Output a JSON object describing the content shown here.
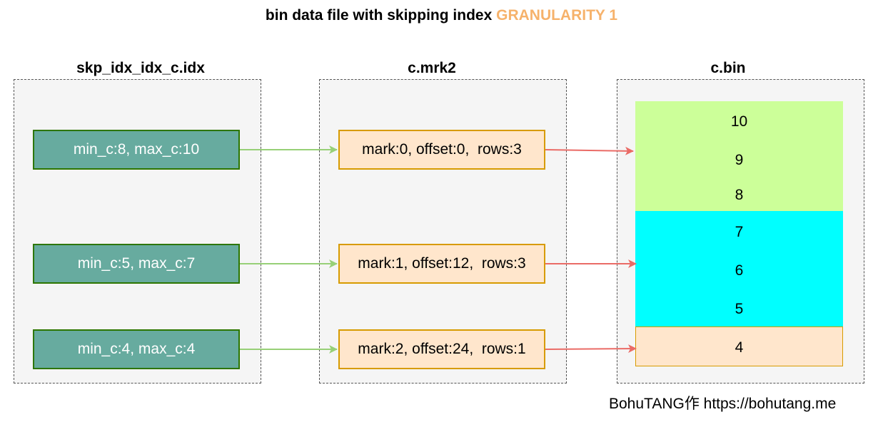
{
  "title": {
    "main": "bin data file with skipping index ",
    "accent": "GRANULARITY 1",
    "accent_color": "#f6b26b"
  },
  "groups": {
    "index_file": {
      "label": "skp_idx_idx_c.idx"
    },
    "mark_file": {
      "label": "c.mrk2"
    },
    "bin_file": {
      "label": "c.bin"
    }
  },
  "index_entries": [
    {
      "label": "min_c:8, max_c:10"
    },
    {
      "label": "min_c:5, max_c:7"
    },
    {
      "label": "min_c:4, max_c:4"
    }
  ],
  "mark_entries": [
    {
      "label": "mark:0, offset:0,  rows:3"
    },
    {
      "label": "mark:1, offset:12,  rows:3"
    },
    {
      "label": "mark:2, offset:24,  rows:1"
    }
  ],
  "bin_blocks": [
    {
      "values": [
        "10",
        "9",
        "8"
      ],
      "color": "#ccff99"
    },
    {
      "values": [
        "7",
        "6",
        "5"
      ],
      "color": "#00ffff"
    },
    {
      "values": [
        "4"
      ],
      "color": "#ffe6cc"
    }
  ],
  "colors": {
    "index_fill": "#67ab9f",
    "index_border": "#2d7600",
    "mark_fill": "#ffe6cc",
    "mark_border": "#d79b00",
    "arrow_index_to_mark": "#97d077",
    "arrow_mark_to_bin": "#ea6b66"
  },
  "credit": "BohuTANG作 https://bohutang.me"
}
